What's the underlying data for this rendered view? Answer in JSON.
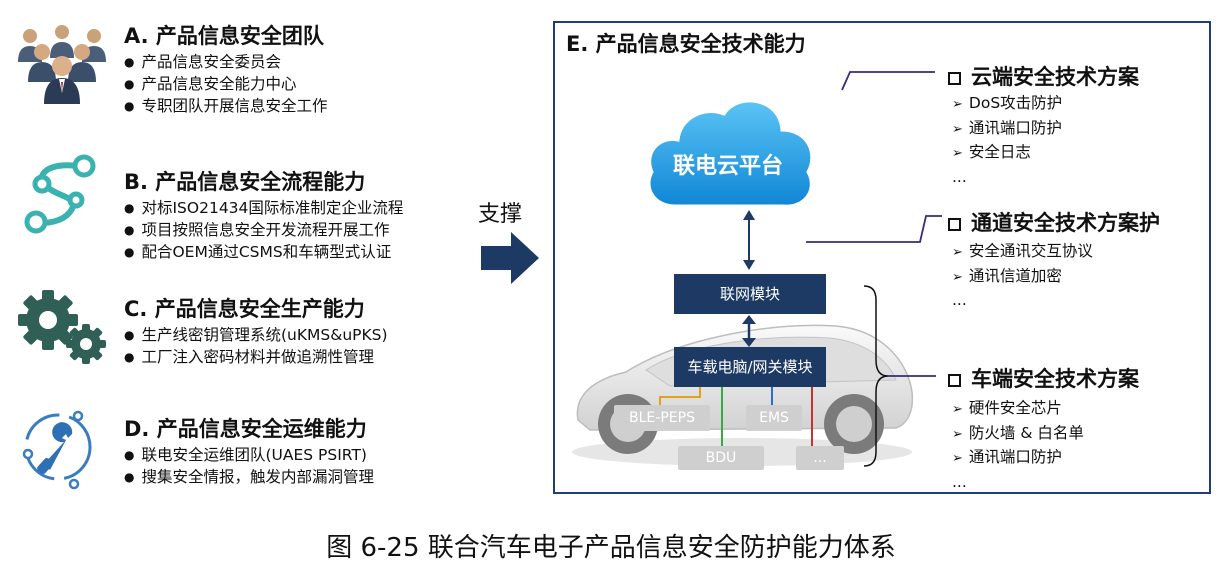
{
  "sections": [
    {
      "title": "A. 产品信息安全团队",
      "icon": "team-icon",
      "items": [
        "产品信息安全委员会",
        "产品信息安全能力中心",
        "专职团队开展信息安全工作"
      ]
    },
    {
      "title": "B. 产品信息安全流程能力",
      "icon": "process-nodes-icon",
      "items": [
        "对标ISO21434国际标准制定企业流程",
        "项目按照信息安全开发流程开展工作",
        "配合OEM通过CSMS和车辆型式认证"
      ]
    },
    {
      "title": "C. 产品信息安全生产能力",
      "icon": "gears-icon",
      "items": [
        "生产线密钥管理系统(uKMS&uPKS)",
        "工厂注入密码材料并做追溯性管理"
      ]
    },
    {
      "title": "D. 产品信息安全运维能力",
      "icon": "wrench-icon",
      "items": [
        "联电安全运维团队(UAES PSIRT)",
        "搜集安全情报，触发内部漏洞管理"
      ]
    }
  ],
  "support_label": "支撑",
  "panel": {
    "title": "E. 产品信息安全技术能力",
    "cloud_label": "联电云平台",
    "network_module": "联网模块",
    "gateway_module": "车载电脑/网关模块",
    "ecus": [
      "BLE-PEPS",
      "EMS",
      "BDU",
      "..."
    ],
    "solutions": [
      {
        "title": "云端安全技术方案",
        "items": [
          "DoS攻击防护",
          "通讯端口防护",
          "安全日志"
        ],
        "more": "..."
      },
      {
        "title": "通道安全技术方案护",
        "items": [
          "安全通讯交互协议",
          "通讯信道加密"
        ],
        "more": "..."
      },
      {
        "title": "车端安全技术方案",
        "items": [
          "硬件安全芯片",
          "防火墙 & 白名单",
          "通讯端口防护"
        ],
        "more": "..."
      }
    ]
  },
  "caption": "图 6-25 联合汽车电子产品信息安全防护能力体系",
  "colors": {
    "navy": "#1c3a63",
    "cloud": "#1a9be6",
    "leader": "#3a2a7a",
    "teal": "#3ab3b0",
    "gear": "#2f5f55"
  }
}
